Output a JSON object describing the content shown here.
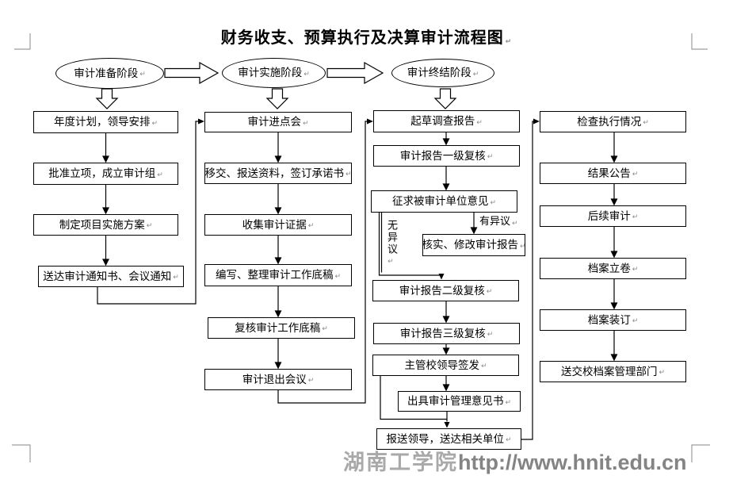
{
  "title": "财务收支、预算执行及决算审计流程图",
  "stages": [
    {
      "label": "审计准备阶段"
    },
    {
      "label": "审计实施阶段"
    },
    {
      "label": "审计终结阶段"
    }
  ],
  "columns": [
    {
      "name": "preparation",
      "boxes": [
        "年度计划，领导安排",
        "批准立项，成立审计组",
        "制定项目实施方案",
        "送达审计通知书、会议通知"
      ]
    },
    {
      "name": "implementation",
      "boxes": [
        "审计进点会",
        "移交、报送资料，签订承诺书",
        "收集审计证据",
        "编写、整理审计工作底稿",
        "复核审计工作底稿",
        "审计退出会议"
      ]
    },
    {
      "name": "conclusion",
      "boxes": [
        "起草调查报告",
        "审计报告一级复核",
        "征求被审计单位意见",
        "核实、修改审计报告",
        "审计报告二级复核",
        "审计报告三级复核",
        "主管校领导签发",
        "出具审计管理意见书",
        "报送领导，送达相关单位"
      ]
    },
    {
      "name": "followup",
      "boxes": [
        "检查执行情况",
        "结果公告",
        "后续审计",
        "档案立卷",
        "档案装订",
        "送交校档案管理部门"
      ]
    }
  ],
  "branch_labels": {
    "objection": "有异议",
    "no_objection": "无异议"
  },
  "watermark": {
    "cn": "湖南工学院",
    "url": "http://www.hnit.edu.cn"
  },
  "colors": {
    "line": "#000000",
    "shape_fill": "#ffffff",
    "watermark_cn": "#a9a9a9",
    "watermark_url": "#848484",
    "crop_mark": "#9e9e9e"
  }
}
